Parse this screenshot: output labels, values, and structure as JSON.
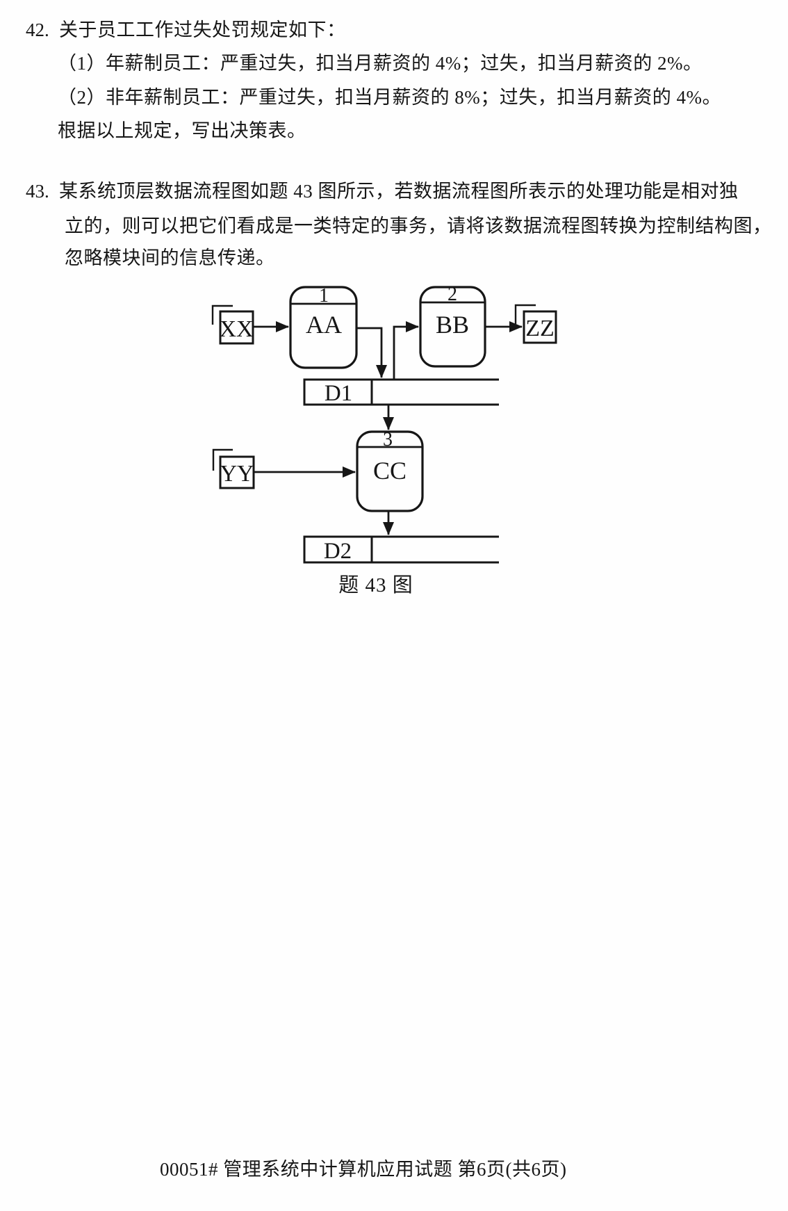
{
  "colors": {
    "ink": "#161616",
    "paper": "#fefefe"
  },
  "q42": {
    "number": "42.",
    "intro": "关于员工工作过失处罚规定如下：",
    "items": [
      "（1）年薪制员工：严重过失，扣当月薪资的 4%；过失，扣当月薪资的 2%。",
      "（2）非年薪制员工：严重过失，扣当月薪资的 8%；过失，扣当月薪资的 4%。",
      "根据以上规定，写出决策表。"
    ]
  },
  "q43": {
    "number": "43.",
    "lines": [
      "某系统顶层数据流程图如题 43 图所示，若数据流程图所表示的处理功能是相对独",
      "立的，则可以把它们看成是一类特定的事务，请将该数据流程图转换为控制结构图，",
      "忽略模块间的信息传递。"
    ]
  },
  "diagram": {
    "caption": "题 43 图",
    "processes": [
      {
        "num": "1",
        "label": "AA"
      },
      {
        "num": "2",
        "label": "BB"
      },
      {
        "num": "3",
        "label": "CC"
      }
    ],
    "externals": [
      {
        "label": "XX"
      },
      {
        "label": "ZZ"
      },
      {
        "label": "YY"
      }
    ],
    "stores": [
      {
        "label": "D1"
      },
      {
        "label": "D2"
      }
    ]
  },
  "footer": {
    "text": "00051# 管理系统中计算机应用试题 第6页(共6页)"
  }
}
